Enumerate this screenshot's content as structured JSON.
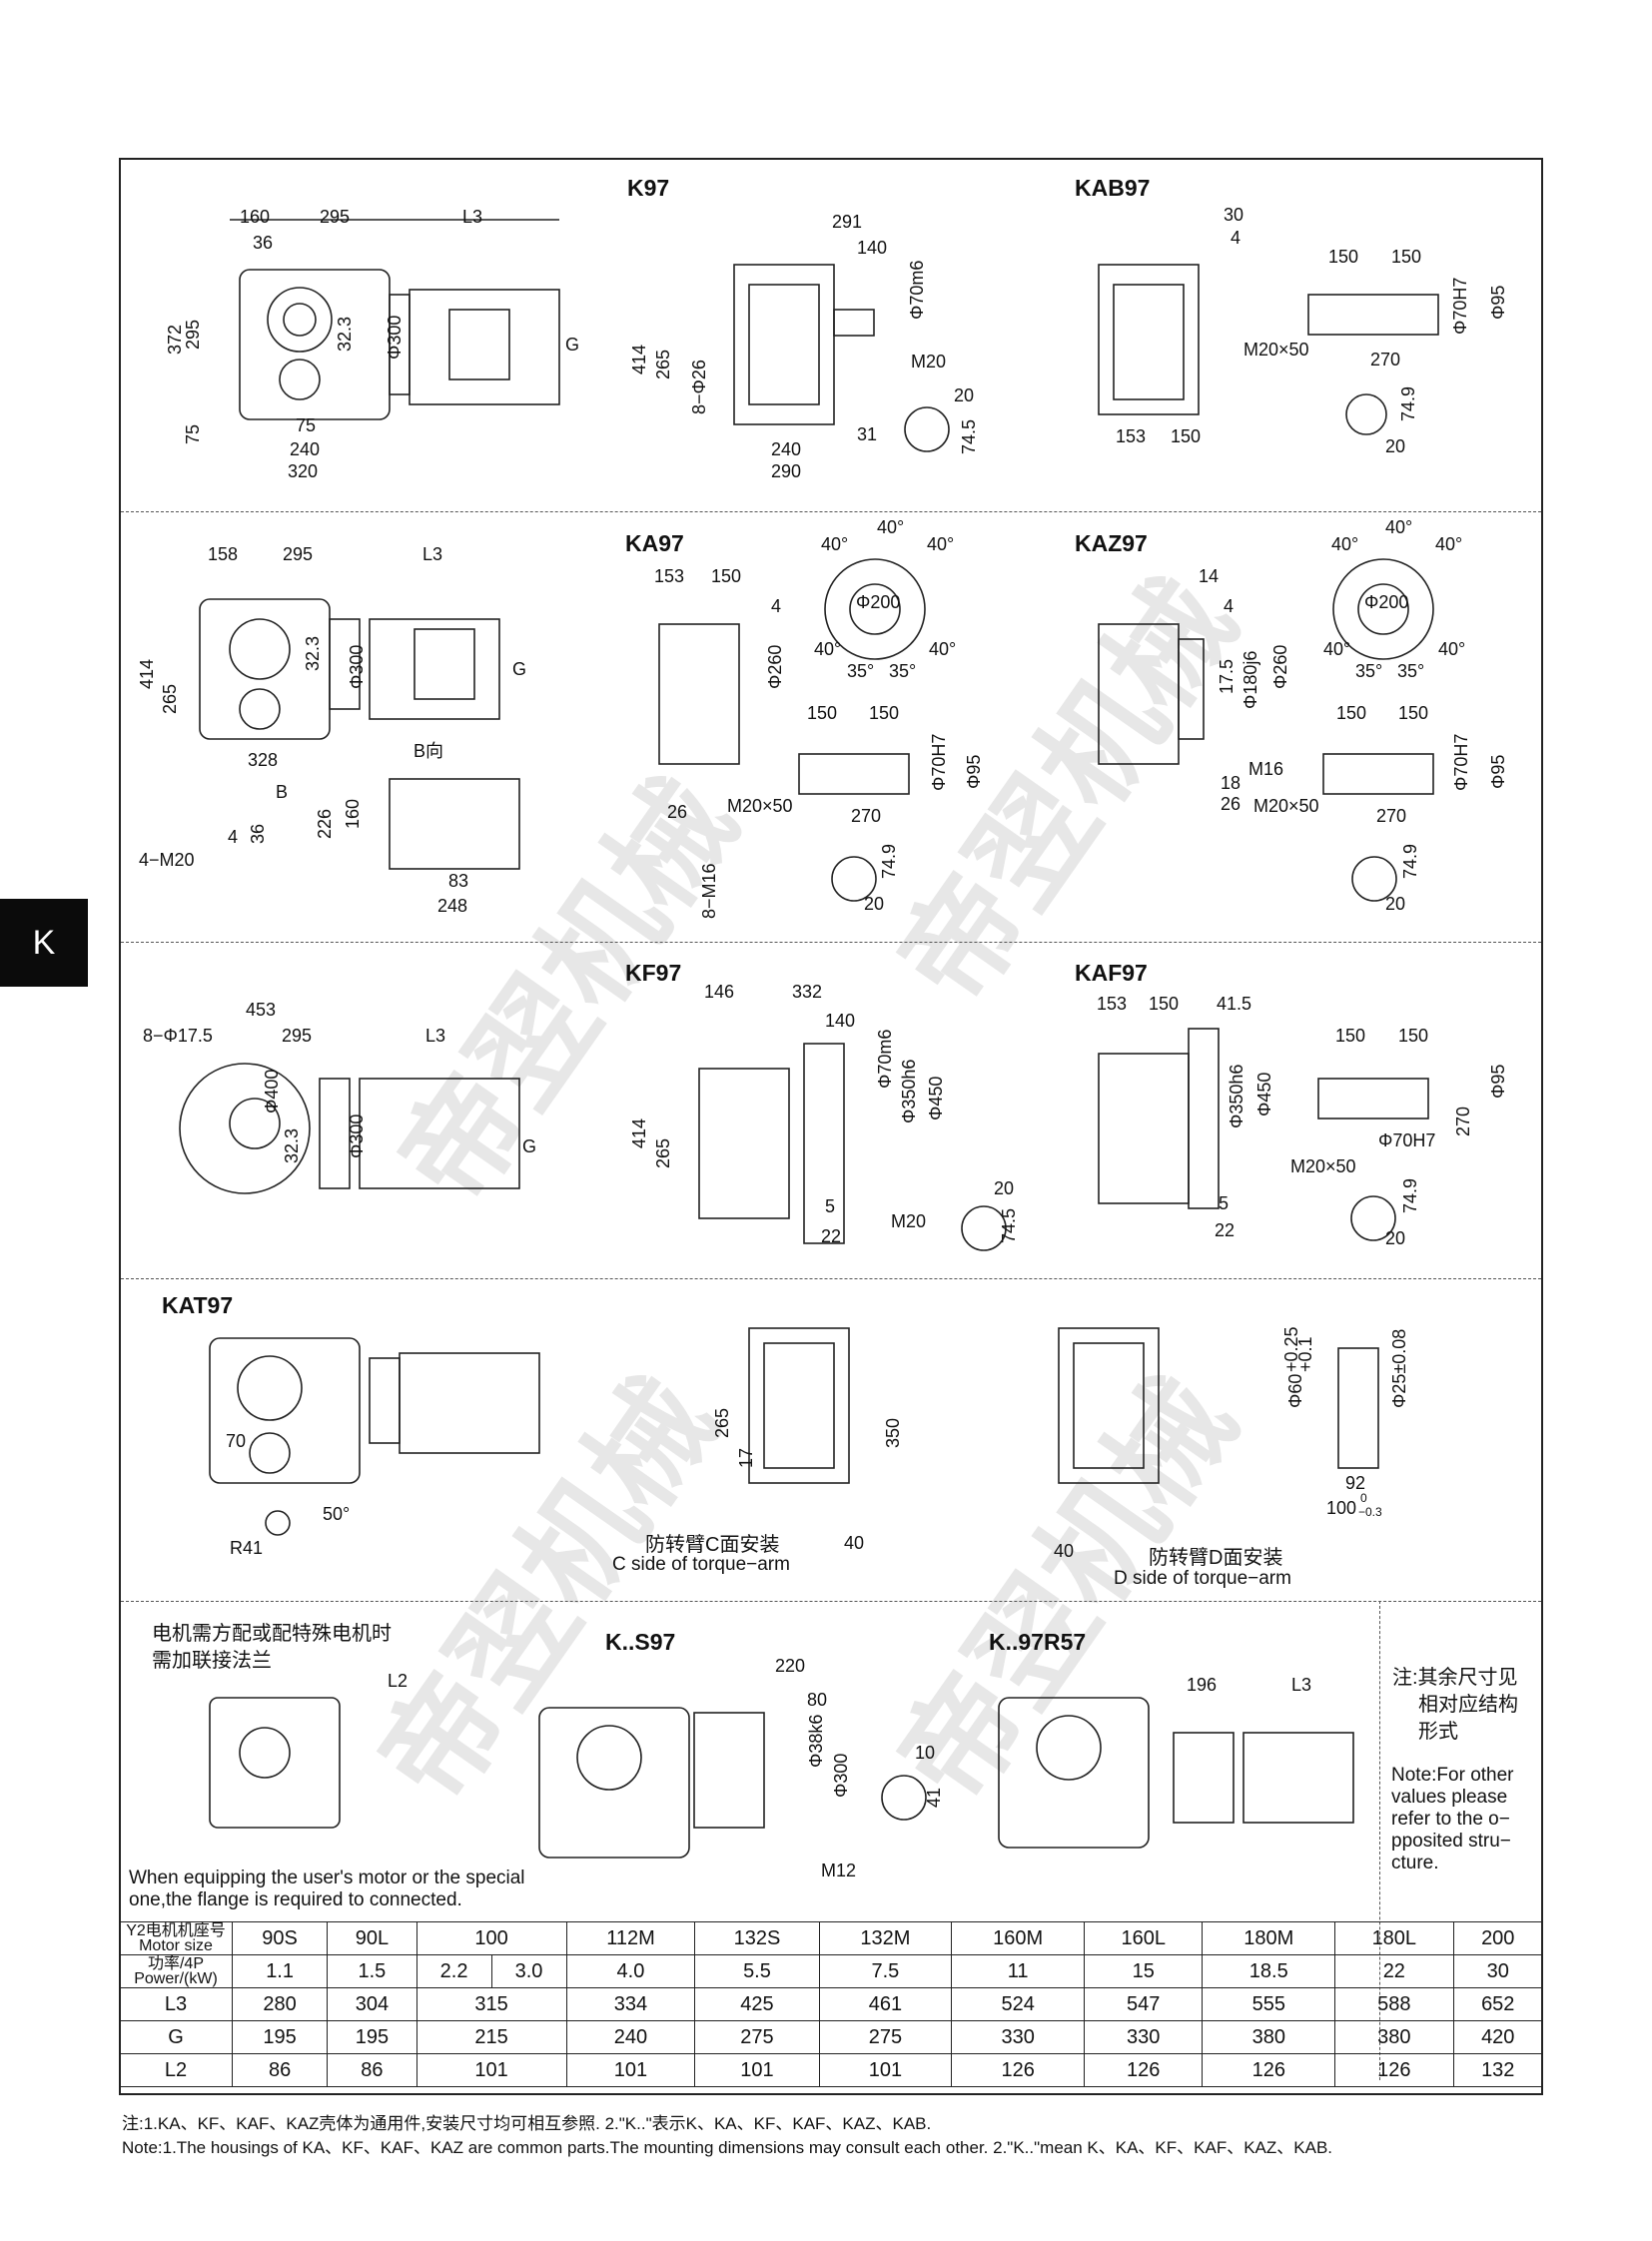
{
  "side_tab": "K",
  "sections": {
    "k97": {
      "title": "K97",
      "dims": [
        "160",
        "36",
        "295",
        "L3",
        "372",
        "295",
        "32.3",
        "Φ300",
        "G",
        "75",
        "75",
        "240",
        "320"
      ]
    },
    "k97_side": {
      "dims": [
        "291",
        "140",
        "Φ70m6",
        "414",
        "265",
        "8−Φ26",
        "M20",
        "31",
        "240",
        "290",
        "20",
        "74.5"
      ]
    },
    "kab97": {
      "title": "KAB97",
      "dims": [
        "30",
        "4",
        "150",
        "150",
        "Φ95",
        "Φ70H7",
        "M20×50",
        "270",
        "153",
        "150",
        "74.9",
        "20"
      ]
    },
    "ka97": {
      "title": "KA97",
      "dims": [
        "158",
        "295",
        "L3",
        "414",
        "265",
        "32.3",
        "Φ300",
        "G",
        "328",
        "B向",
        "B",
        "226",
        "160",
        "83",
        "248",
        "4−M20",
        "4",
        "36",
        "153",
        "150",
        "4",
        "Φ260",
        "40°",
        "40°",
        "40°",
        "Φ200",
        "40°",
        "35°",
        "35°",
        "40°",
        "26",
        "8−M16",
        "150",
        "150",
        "M20×50",
        "270",
        "Φ70H7",
        "Φ95",
        "74.9",
        "20"
      ]
    },
    "kaz97": {
      "title": "KAZ97",
      "dims": [
        "14",
        "4",
        "17.5",
        "Φ180j6",
        "Φ260",
        "M16",
        "18",
        "26",
        "40°",
        "40°",
        "40°",
        "Φ200",
        "40°",
        "35°",
        "35°",
        "40°",
        "150",
        "150",
        "M20×50",
        "270",
        "Φ70H7",
        "Φ95",
        "74.9",
        "20"
      ]
    },
    "kf97": {
      "title": "KF97",
      "dims": [
        "453",
        "8−Φ17.5",
        "295",
        "L3",
        "Φ400",
        "32.3",
        "Φ300",
        "G",
        "146",
        "332",
        "140",
        "Φ70m6",
        "Φ350h6",
        "Φ450",
        "414",
        "265",
        "5",
        "22",
        "M20",
        "20",
        "74.5"
      ]
    },
    "kaf97": {
      "title": "KAF97",
      "dims": [
        "153",
        "150",
        "41.5",
        "Φ350h6",
        "Φ450",
        "5",
        "22",
        "150",
        "150",
        "Φ95",
        "Φ70H7",
        "270",
        "M20×50",
        "74.9",
        "20"
      ]
    },
    "kat97": {
      "title": "KAT97",
      "dims": [
        "70",
        "50°",
        "R41",
        "265",
        "17",
        "350",
        "40",
        "40",
        "Φ60",
        "+0.25",
        "+0.1",
        "Φ25±0.08",
        "92",
        "100",
        "0",
        "−0.3"
      ],
      "label_c_cn": "防转臂C面安装",
      "label_c_en": "C side of torque−arm",
      "label_d_cn": "防转臂D面安装",
      "label_d_en": "D side of torque−arm"
    },
    "special": {
      "note_cn_1": "电机需方配或配特殊电机时",
      "note_cn_2": "需加联接法兰",
      "note_en_1": "When equipping the user's motor or the special",
      "note_en_2": "one,the flange is required to connected.",
      "dims": [
        "L2"
      ]
    },
    "ks97": {
      "title": "K..S97",
      "dims": [
        "220",
        "80",
        "Φ38k6",
        "Φ300",
        "M12",
        "10",
        "41"
      ]
    },
    "kr57": {
      "title": "K..97R57",
      "dims": [
        "196",
        "L3"
      ]
    },
    "side_note": {
      "cn_1": "注:其余尺寸见",
      "cn_2": "相对应结构",
      "cn_3": "形式",
      "en_1": "Note:For other",
      "en_2": "values please",
      "en_3": "refer to the o−",
      "en_4": "pposited stru−",
      "en_5": "cture."
    }
  },
  "table": {
    "motor_size_label_cn": "Y2电机机座号",
    "motor_size_label_en": "Motor size",
    "power_label_cn": "功率/4P",
    "power_label_en": "Power/(kW)",
    "motor_sizes": [
      "90S",
      "90L",
      "100",
      "112M",
      "132S",
      "132M",
      "160M",
      "160L",
      "180M",
      "180L",
      "200"
    ],
    "power": [
      "1.1",
      "1.5",
      "2.2",
      "3.0",
      "4.0",
      "5.5",
      "7.5",
      "11",
      "15",
      "18.5",
      "22",
      "30"
    ],
    "rows": [
      {
        "label": "L3",
        "values": [
          "280",
          "304",
          "315",
          "334",
          "425",
          "461",
          "524",
          "547",
          "555",
          "588",
          "652"
        ]
      },
      {
        "label": "G",
        "values": [
          "195",
          "195",
          "215",
          "240",
          "275",
          "275",
          "330",
          "330",
          "380",
          "380",
          "420"
        ]
      },
      {
        "label": "L2",
        "values": [
          "86",
          "86",
          "101",
          "101",
          "101",
          "101",
          "126",
          "126",
          "126",
          "126",
          "132"
        ]
      }
    ]
  },
  "footer": {
    "note_cn": "注:1.KA、KF、KAF、KAZ壳体为通用件,安装尺寸均可相互参照.    2.\"K..\"表示K、KA、KF、KAF、KAZ、KAB.",
    "note_en": "Note:1.The housings of KA、KF、KAF、KAZ are common parts.The mounting dimensions may consult each other.  2.\"K..\"mean K、KA、KF、KAF、KAZ、KAB."
  }
}
